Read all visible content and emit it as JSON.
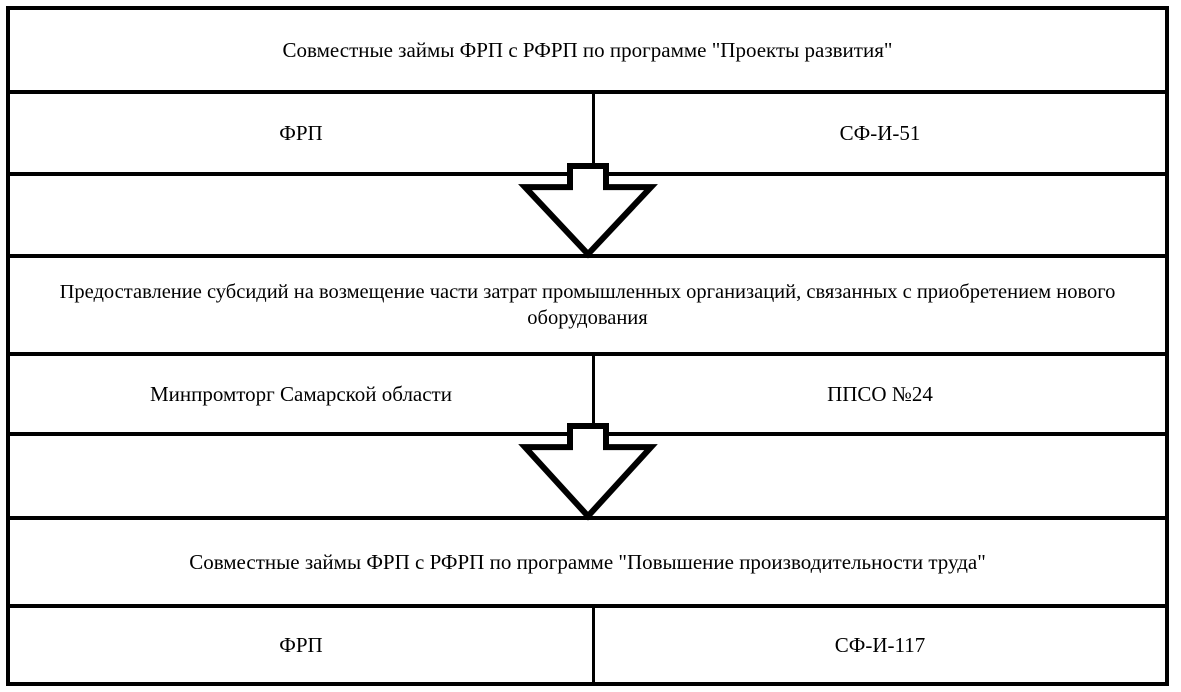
{
  "diagram": {
    "type": "flowchart",
    "orientation": "vertical",
    "direction": "top-to-bottom",
    "background_color": "#ffffff",
    "line_color": "#000000",
    "text_color": "#000000"
  },
  "blocks": [
    {
      "id": "block-1",
      "title": "Совместные займы ФРП с РФРП по программе \"Проекты развития\"",
      "left_cell": "ФРП",
      "right_cell": "СФ-И-51"
    },
    {
      "id": "block-2",
      "title": "Предоставление субсидий на возмещение части затрат промышленных организаций, связанных с приобретением нового оборудования",
      "left_cell": "Минпромторг Самарской области",
      "right_cell": "ППСО №24"
    },
    {
      "id": "block-3",
      "title": "Совместные займы ФРП с РФРП по программе \"Повышение производительности труда\"",
      "left_cell": "ФРП",
      "right_cell": "СФ-И-117"
    }
  ],
  "connectors": [
    {
      "id": "arrow-1",
      "icon": "arrow-down-icon",
      "from": "block-1",
      "to": "block-2"
    },
    {
      "id": "arrow-2",
      "icon": "arrow-down-icon",
      "from": "block-2",
      "to": "block-3"
    }
  ]
}
